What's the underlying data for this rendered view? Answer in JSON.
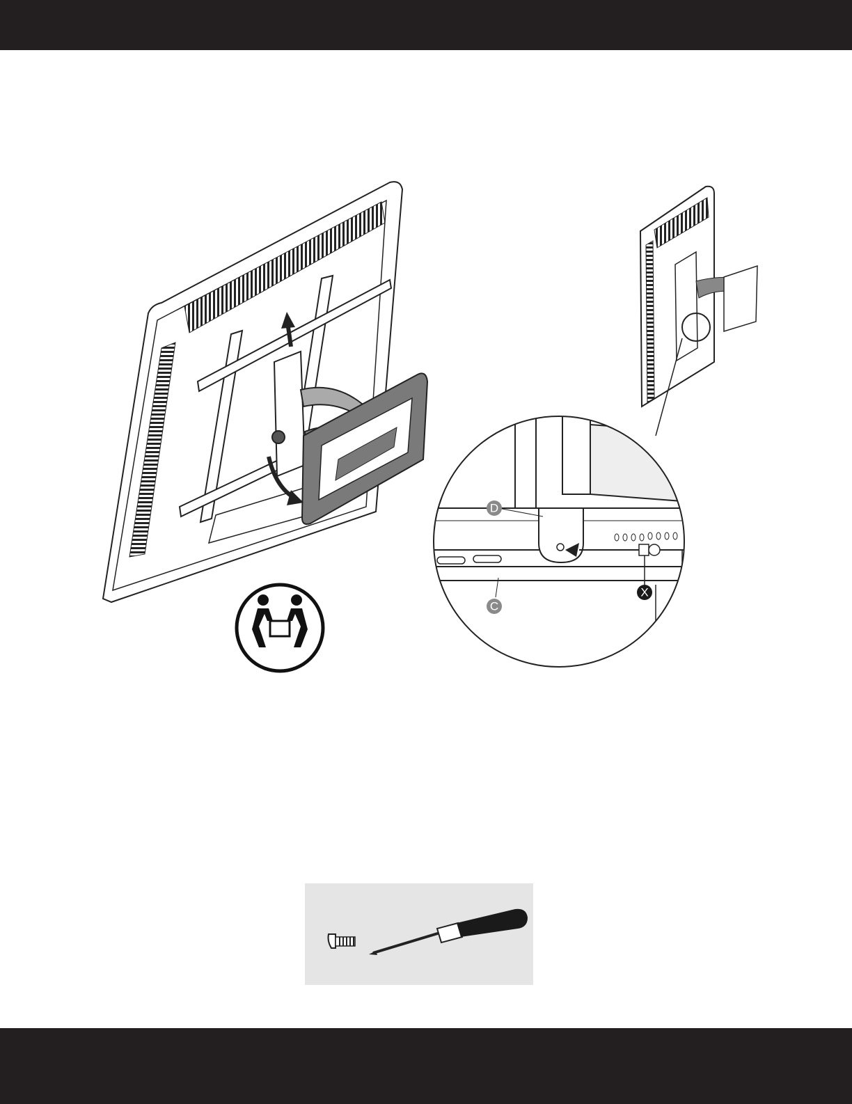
{
  "callouts": {
    "d": "D",
    "c": "C",
    "x": "X"
  },
  "icons": [
    "two-person-lift-icon",
    "bolt-icon",
    "screwdriver-icon"
  ],
  "colors": {
    "band": "#231f20",
    "callout_letter": "#8a8a8a",
    "callout_hardware": "#1a1a1a",
    "tools_panel": "#e5e5e5"
  }
}
